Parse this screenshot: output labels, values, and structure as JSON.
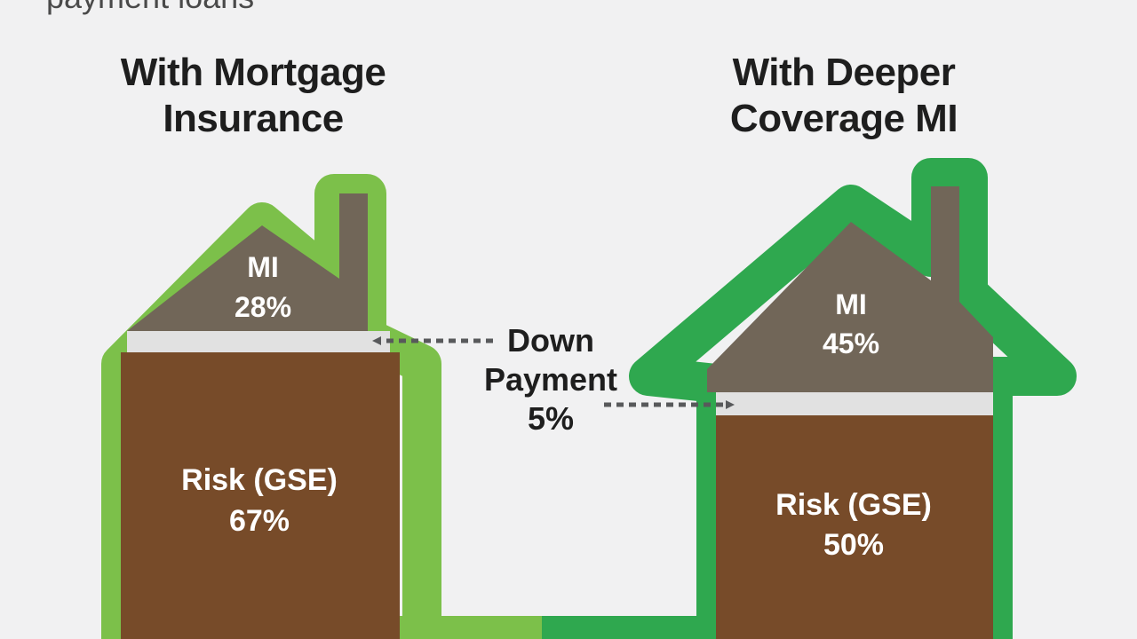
{
  "caption": "payment loans",
  "colors": {
    "background": "#f1f1f2",
    "house_left_outline": "#7cc04a",
    "house_right_outline": "#2fa84f",
    "mi_fill": "#716658",
    "risk_fill": "#774b29",
    "down_payment_fill": "#e1e1e1",
    "arrow": "#58595b"
  },
  "houses": [
    {
      "title_line1": "With Mortgage",
      "title_line2": "Insurance",
      "mi_label": "MI",
      "mi_value": "28%",
      "risk_label": "Risk (GSE)",
      "risk_value": "67%"
    },
    {
      "title_line1": "With Deeper",
      "title_line2": "Coverage MI",
      "mi_label": "MI",
      "mi_value": "45%",
      "risk_label": "Risk (GSE)",
      "risk_value": "50%"
    }
  ],
  "down_payment": {
    "line1": "Down",
    "line2": "Payment",
    "line3": "5%"
  }
}
